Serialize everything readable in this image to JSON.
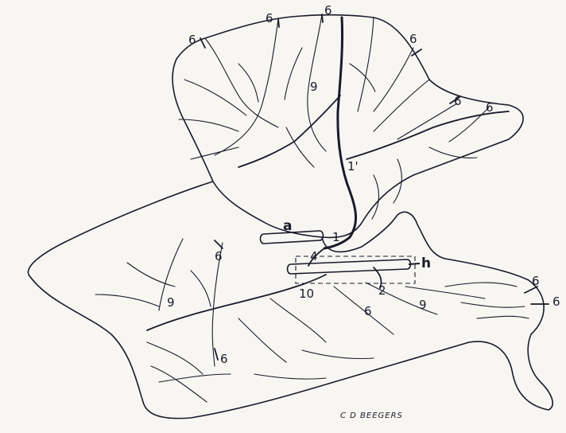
{
  "colors": {
    "ink": "#1b1a2a",
    "paper": "#f7f6f2"
  },
  "labels": {
    "six": "6",
    "nine": "9",
    "one_prime": "1'",
    "one": "1",
    "two": "2",
    "four": "4",
    "ten": "10",
    "a": "a",
    "h": "h"
  },
  "signature": "C D BEEGERS"
}
